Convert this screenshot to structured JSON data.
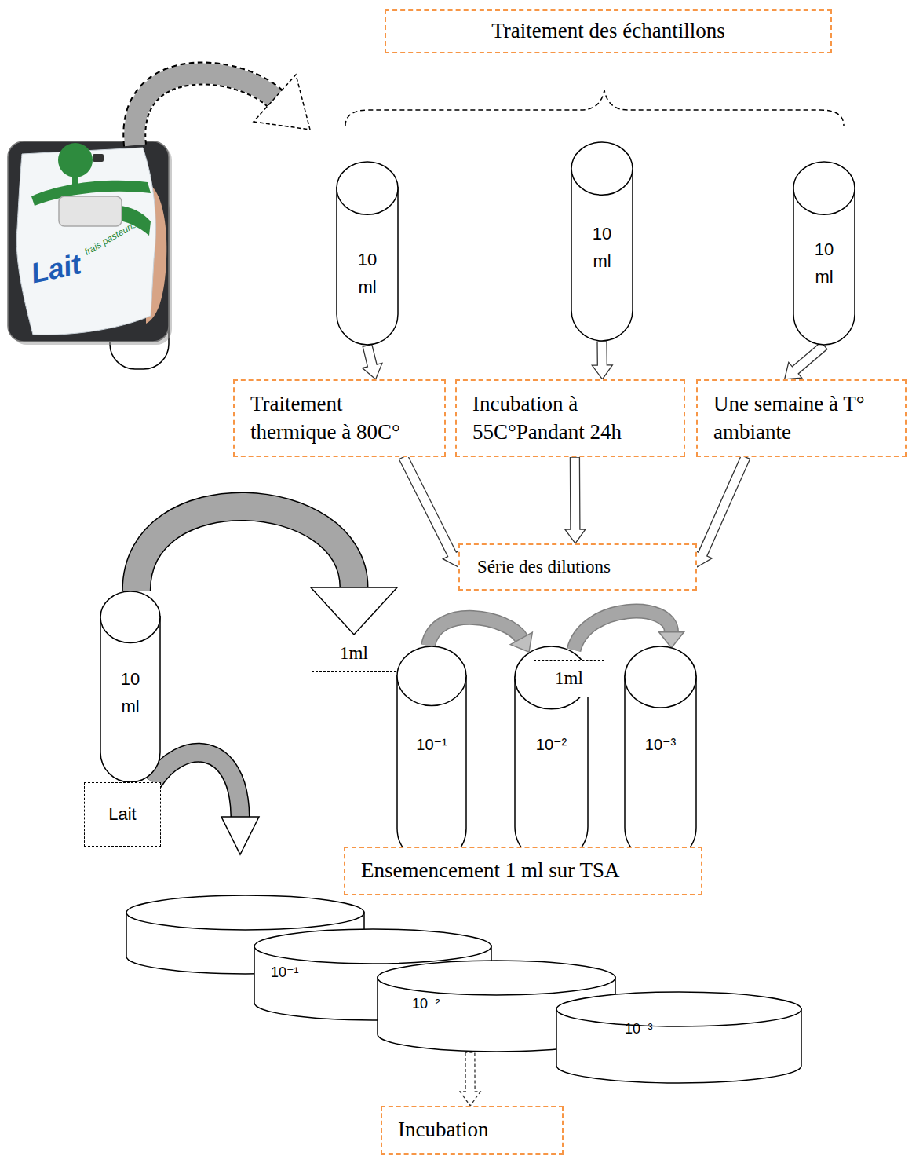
{
  "diagram": {
    "title": "Traitement des échantillons",
    "nodes": [
      {
        "text": [
          "Traitement des échantillons"
        ]
      },
      {
        "text": [
          "10 ml"
        ]
      },
      {
        "text": [
          "10 ml"
        ]
      },
      {
        "text": [
          "10 ml"
        ]
      },
      {
        "text": [
          "Traitement thermique à 80C°"
        ]
      },
      {
        "text": [
          "Incubation à 55C°Pandant 24h"
        ]
      },
      {
        "text": [
          "Une semaine à T° ambiante"
        ]
      },
      {
        "text": [
          "Série des dilutions"
        ]
      },
      {
        "text": [
          "10 ml"
        ]
      },
      {
        "text": [
          "1ml"
        ]
      },
      {
        "text": [
          "10⁻¹"
        ]
      },
      {
        "text": [
          "1ml"
        ]
      },
      {
        "text": [
          "10⁻²"
        ]
      },
      {
        "text": [
          "10⁻³"
        ]
      },
      {
        "text": [
          "Lait"
        ]
      },
      {
        "text": [
          "Ensemencement 1 ml sur TSA"
        ]
      },
      {
        "text": [
          "10⁻¹"
        ]
      },
      {
        "text": [
          "10⁻²"
        ]
      },
      {
        "text": [
          "10⁻³"
        ]
      },
      {
        "text": [
          "Incubation"
        ]
      }
    ],
    "edges": [
      {
        "from": 1,
        "to": 4,
        "arrow": "to"
      },
      {
        "from": 2,
        "to": 5,
        "arrow": "to"
      },
      {
        "from": 3,
        "to": 6,
        "arrow": "to"
      },
      {
        "from": 4,
        "to": 7,
        "arrow": "to"
      },
      {
        "from": 5,
        "to": 7,
        "arrow": "to"
      },
      {
        "from": 6,
        "to": 7,
        "arrow": "to"
      },
      {
        "from": 8,
        "to": 9,
        "arrow": "to"
      },
      {
        "from": 10,
        "to": 12,
        "arrow": "to"
      },
      {
        "from": 12,
        "to": 13,
        "arrow": "to"
      },
      {
        "from": 17,
        "to": 19,
        "arrow": "to"
      }
    ],
    "labels": [
      "Lait",
      "frais pasteurisé"
    ]
  }
}
